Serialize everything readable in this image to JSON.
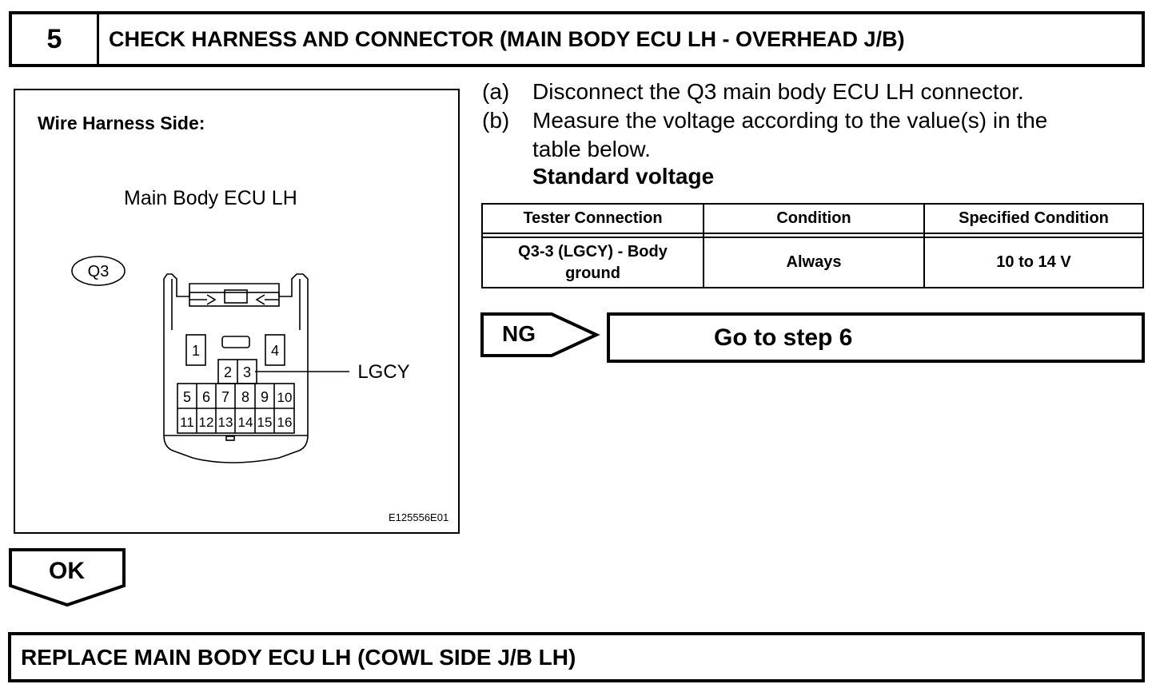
{
  "header": {
    "step_number": "5",
    "title": "CHECK HARNESS AND CONNECTOR (MAIN BODY ECU LH - OVERHEAD J/B)"
  },
  "figure": {
    "side_label": "Wire Harness Side:",
    "connector_name": "Main Body ECU LH",
    "connector_code": "Q3",
    "wire_label": "LGCY",
    "figure_code": "E125556E01",
    "pins_top": [
      "1",
      "4"
    ],
    "pins_mid": [
      "2",
      "3"
    ],
    "pins_row1": [
      "5",
      "6",
      "7",
      "8",
      "9",
      "10"
    ],
    "pins_row2": [
      "11",
      "12",
      "13",
      "14",
      "15",
      "16"
    ]
  },
  "steps": [
    {
      "label": "(a)",
      "text": "Disconnect the Q3 main body ECU LH connector."
    },
    {
      "label": "(b)",
      "text_line1": "Measure the voltage according to the value(s) in the",
      "text_line2": "table below."
    }
  ],
  "standard_label": "Standard voltage",
  "table": {
    "headers": [
      "Tester Connection",
      "Condition",
      "Specified Condition"
    ],
    "row": {
      "connection_line1": "Q3-3 (LGCY) - Body",
      "connection_line2": "ground",
      "condition": "Always",
      "specified": "10 to 14 V"
    }
  },
  "ng": {
    "label": "NG",
    "action": "Go to step 6"
  },
  "ok": {
    "label": "OK"
  },
  "final_action": "REPLACE MAIN BODY ECU LH (COWL SIDE J/B LH)"
}
